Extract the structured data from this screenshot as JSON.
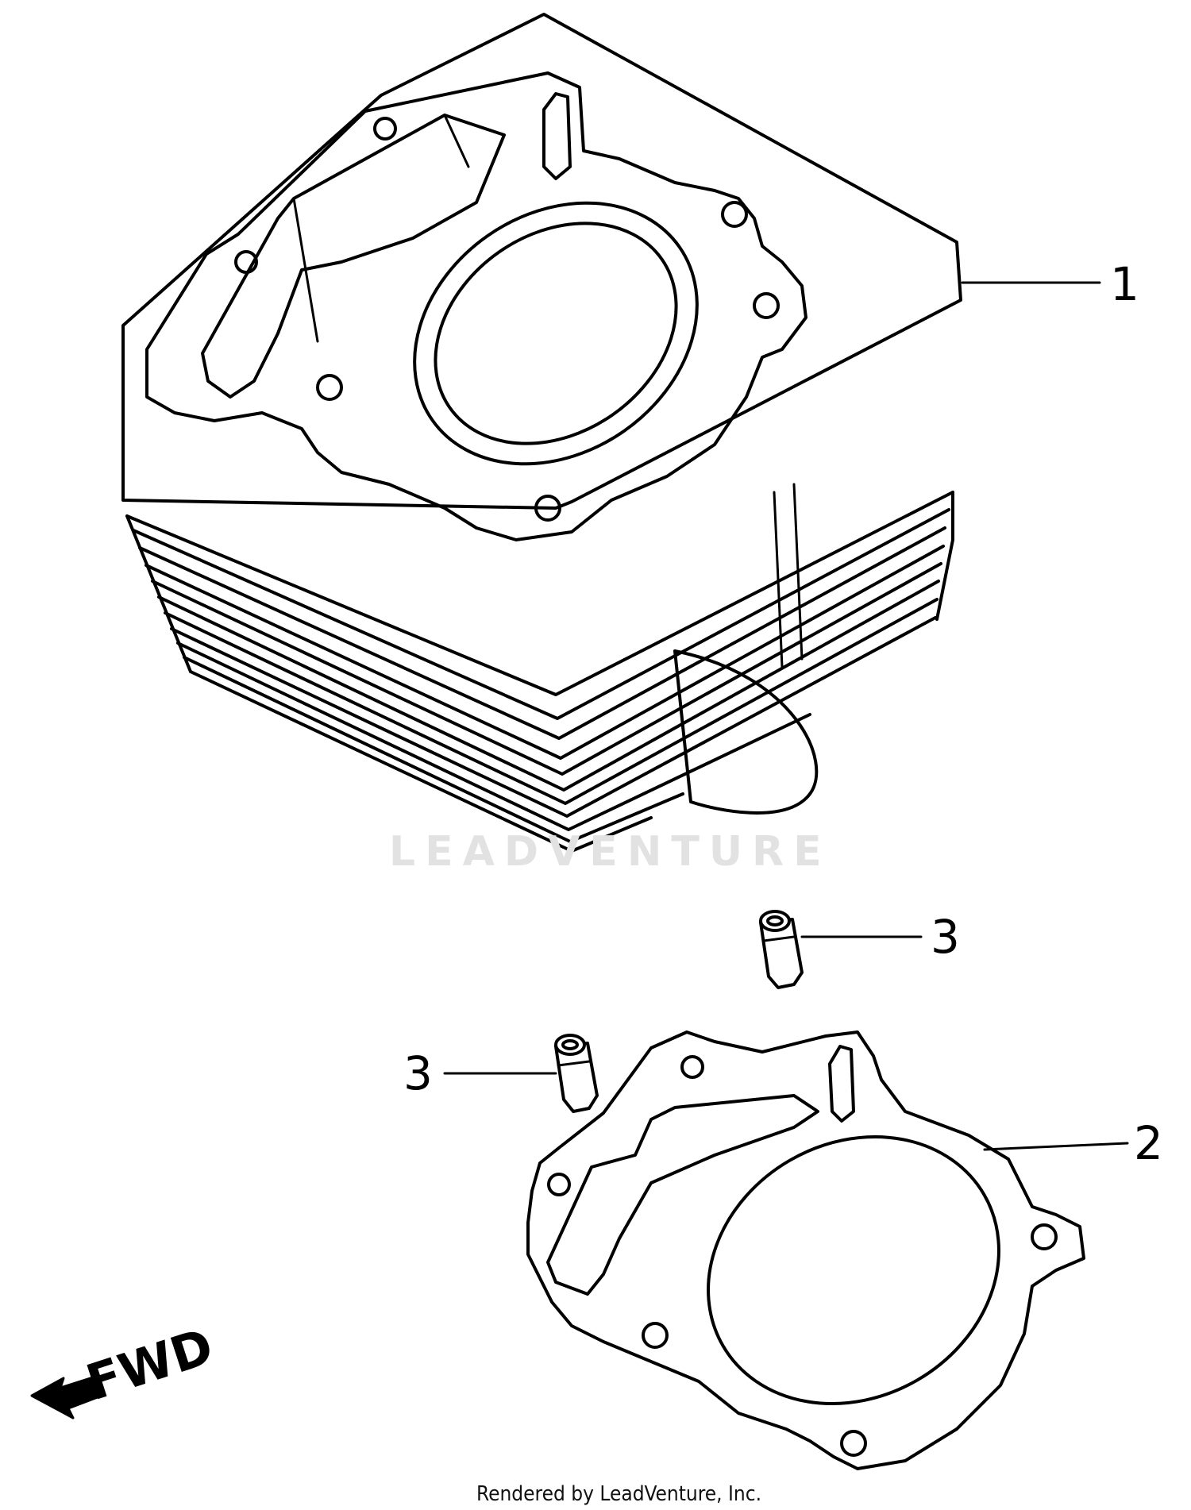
{
  "callouts": [
    {
      "id": "1",
      "label": "1"
    },
    {
      "id": "2",
      "label": "2"
    },
    {
      "id": "3a",
      "label": "3"
    },
    {
      "id": "3b",
      "label": "3"
    }
  ],
  "watermark": "LEADVENTURE",
  "direction_label": "FWD",
  "credit": "Rendered by LeadVenture, Inc.",
  "colors": {
    "ink": "#000000",
    "background": "#ffffff",
    "watermark": "#e2e2e2"
  }
}
